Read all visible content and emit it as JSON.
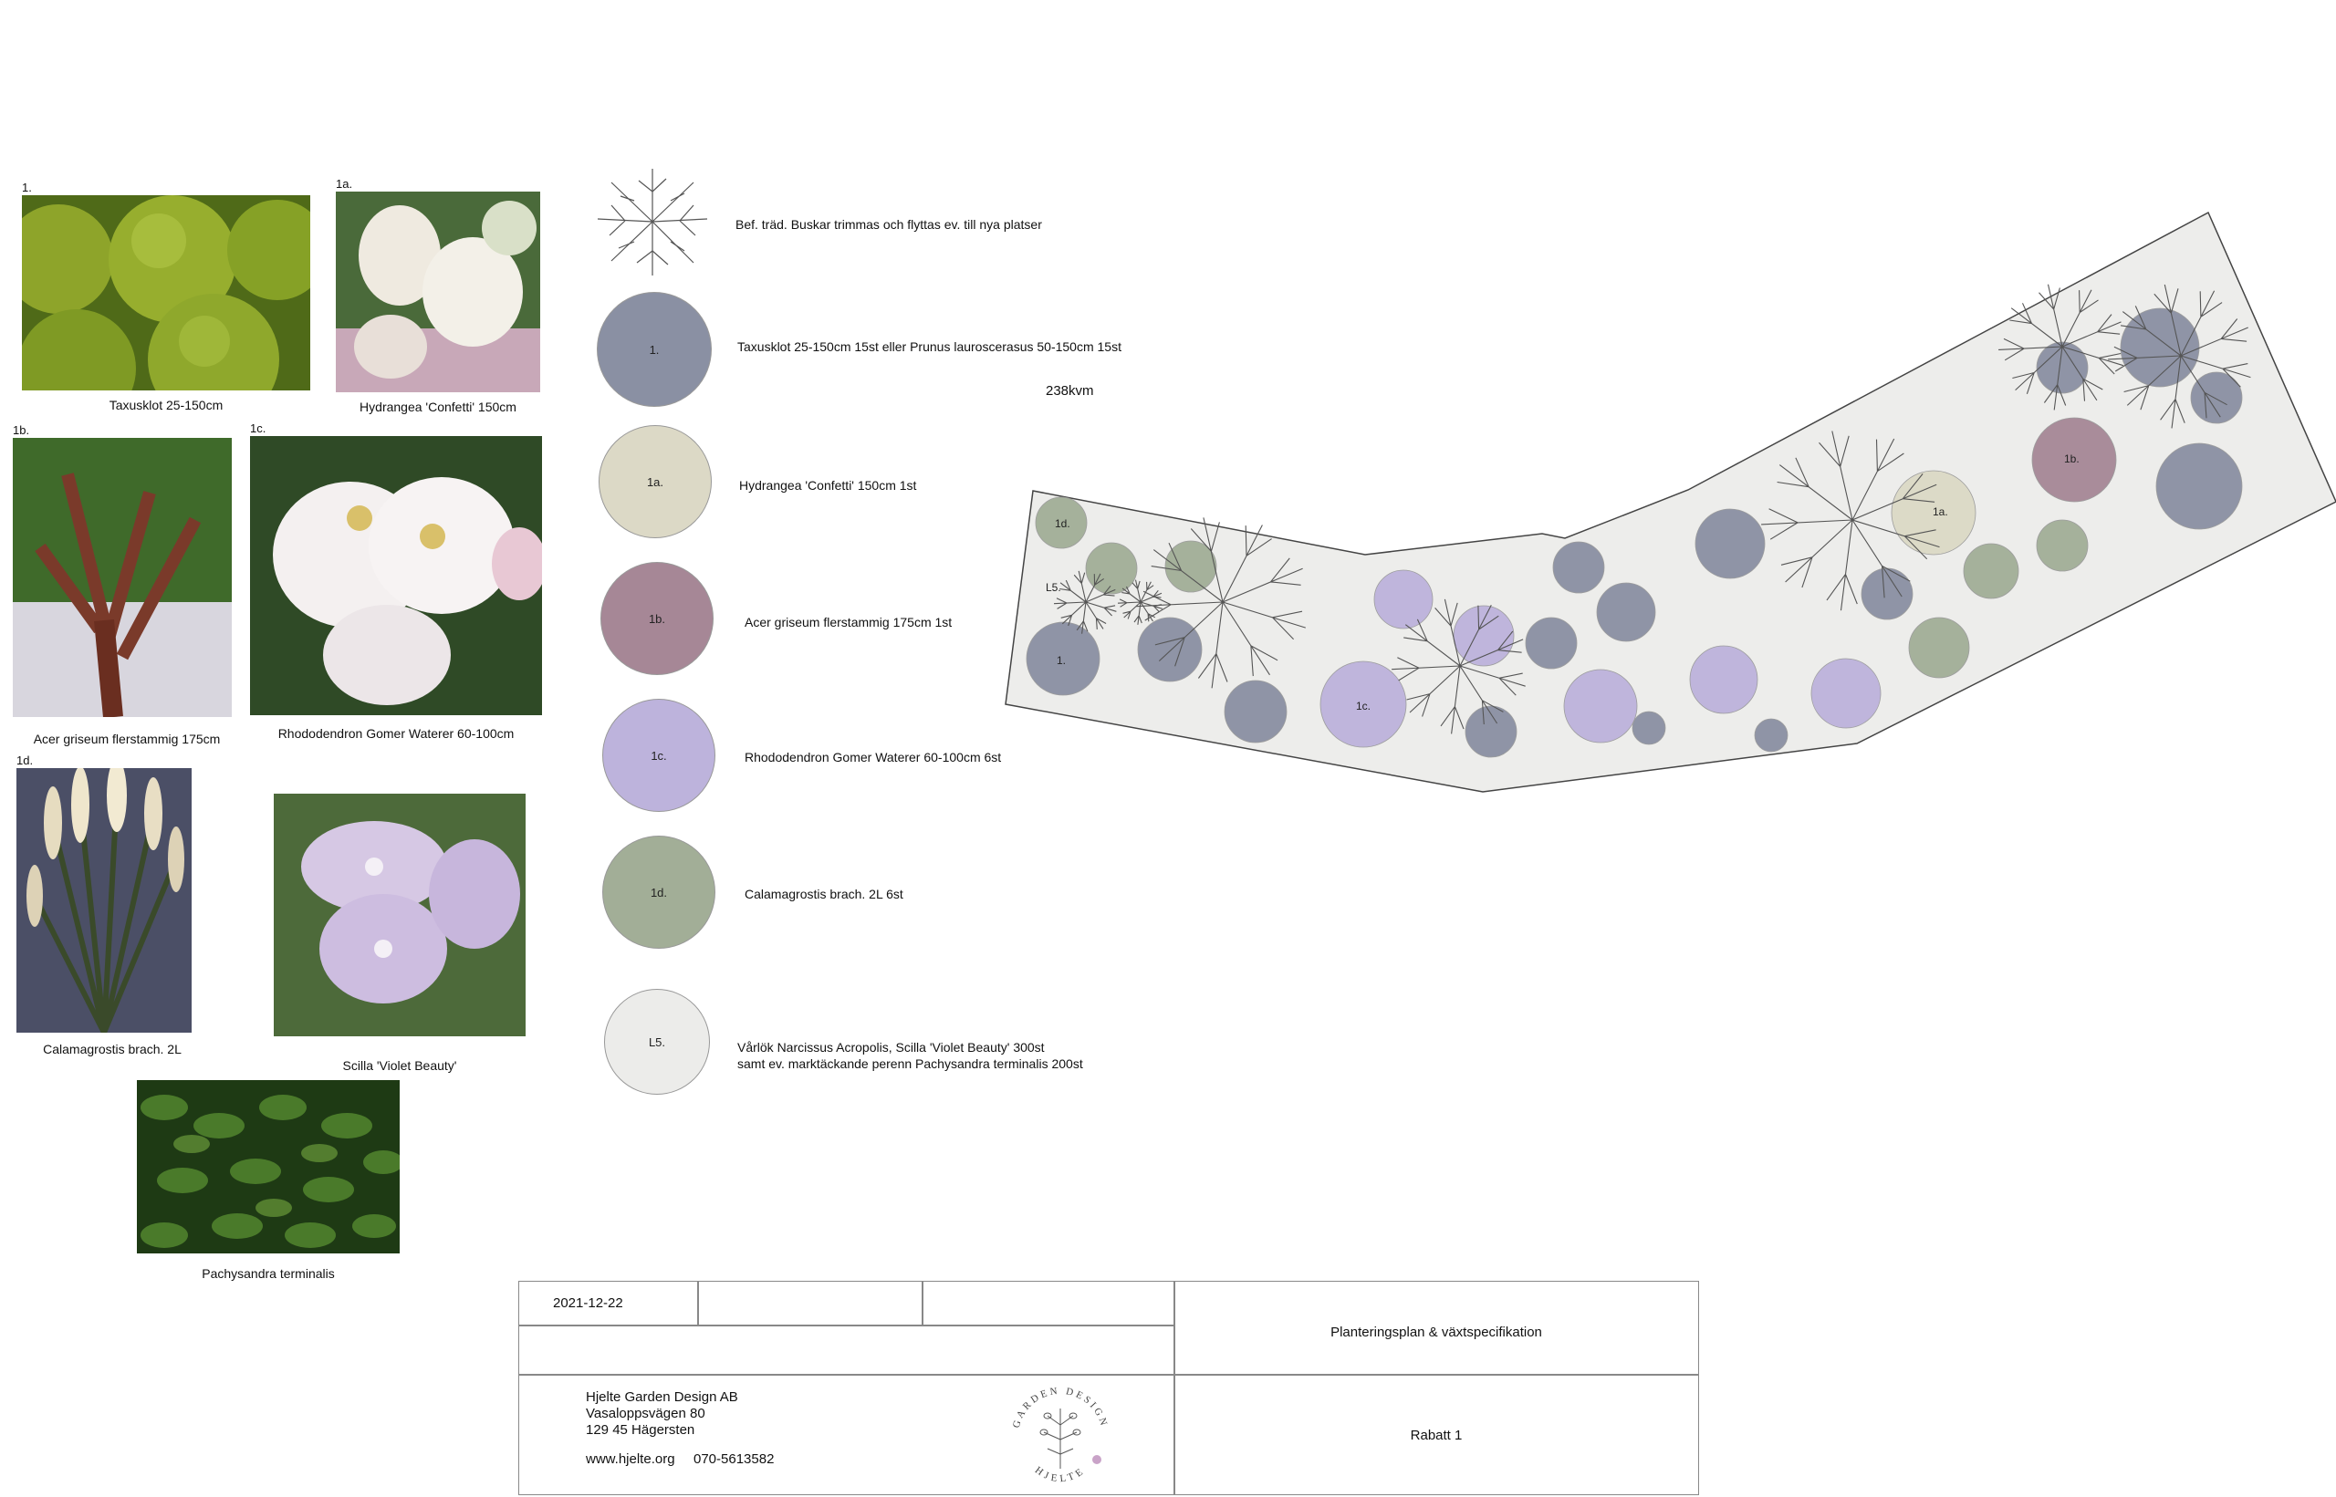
{
  "photos": [
    {
      "id": "1",
      "label": "1.",
      "caption": "Taxusklot 25-150cm",
      "kind": "boxwood"
    },
    {
      "id": "1a",
      "label": "1a.",
      "caption": "Hydrangea 'Confetti' 150cm",
      "kind": "hydrangea"
    },
    {
      "id": "1b",
      "label": "1b.",
      "caption": "Acer griseum flerstammig 175cm",
      "kind": "acer"
    },
    {
      "id": "1c",
      "label": "1c.",
      "caption": "Rhododendron Gomer Waterer 60-100cm",
      "kind": "rhodo"
    },
    {
      "id": "1d",
      "label": "1d.",
      "caption": "Calamagrostis brach. 2L",
      "kind": "grass"
    },
    {
      "id": "scilla",
      "label": "",
      "caption": "Scilla 'Violet Beauty'",
      "kind": "scilla"
    },
    {
      "id": "pachy",
      "label": "",
      "caption": "Pachysandra terminalis",
      "kind": "pachy"
    }
  ],
  "legend": {
    "existing_tree": "Bef. träd. Buskar trimmas och flyttas ev. till nya platser",
    "items": [
      {
        "code": "1.",
        "text": "Taxusklot 25-150cm 15st eller Prunus lauroscerasus 50-150cm 15st",
        "color": "#8a90a3"
      },
      {
        "code": "1a.",
        "text": "Hydrangea 'Confetti' 150cm 1st",
        "color": "#dcd9c6"
      },
      {
        "code": "1b.",
        "text": "Acer griseum flerstammig 175cm 1st",
        "color": "#a68796"
      },
      {
        "code": "1c.",
        "text": "Rhododendron Gomer Waterer 60-100cm 6st",
        "color": "#bdb3dc"
      },
      {
        "code": "1d.",
        "text": "Calamagrostis brach. 2L 6st",
        "color": "#a2ae97"
      },
      {
        "code": "L5.",
        "text_line1": "Vårlök Narcissus Acropolis, Scilla 'Violet Beauty' 300st",
        "text_line2": "samt ev. marktäckande perenn Pachysandra terminalis 200st",
        "color": "#ececea"
      }
    ]
  },
  "area": "238kvm",
  "plan_labels": {
    "d1": "1d.",
    "l5": "L5.",
    "one": "1.",
    "c1": "1c.",
    "a1": "1a.",
    "b1": "1b."
  },
  "title_block": {
    "date": "2021-12-22",
    "company": "Hjelte Garden Design AB",
    "street": "Vasaloppsvägen 80",
    "city": "129 45 Hägersten",
    "web": "www.hjelte.org",
    "phone": "070-5613582",
    "logo_top": "GARDEN DESIGN",
    "logo_bottom": "HJELTE",
    "title": "Planteringsplan & växtspecifikation",
    "subtitle": "Rabatt 1"
  }
}
